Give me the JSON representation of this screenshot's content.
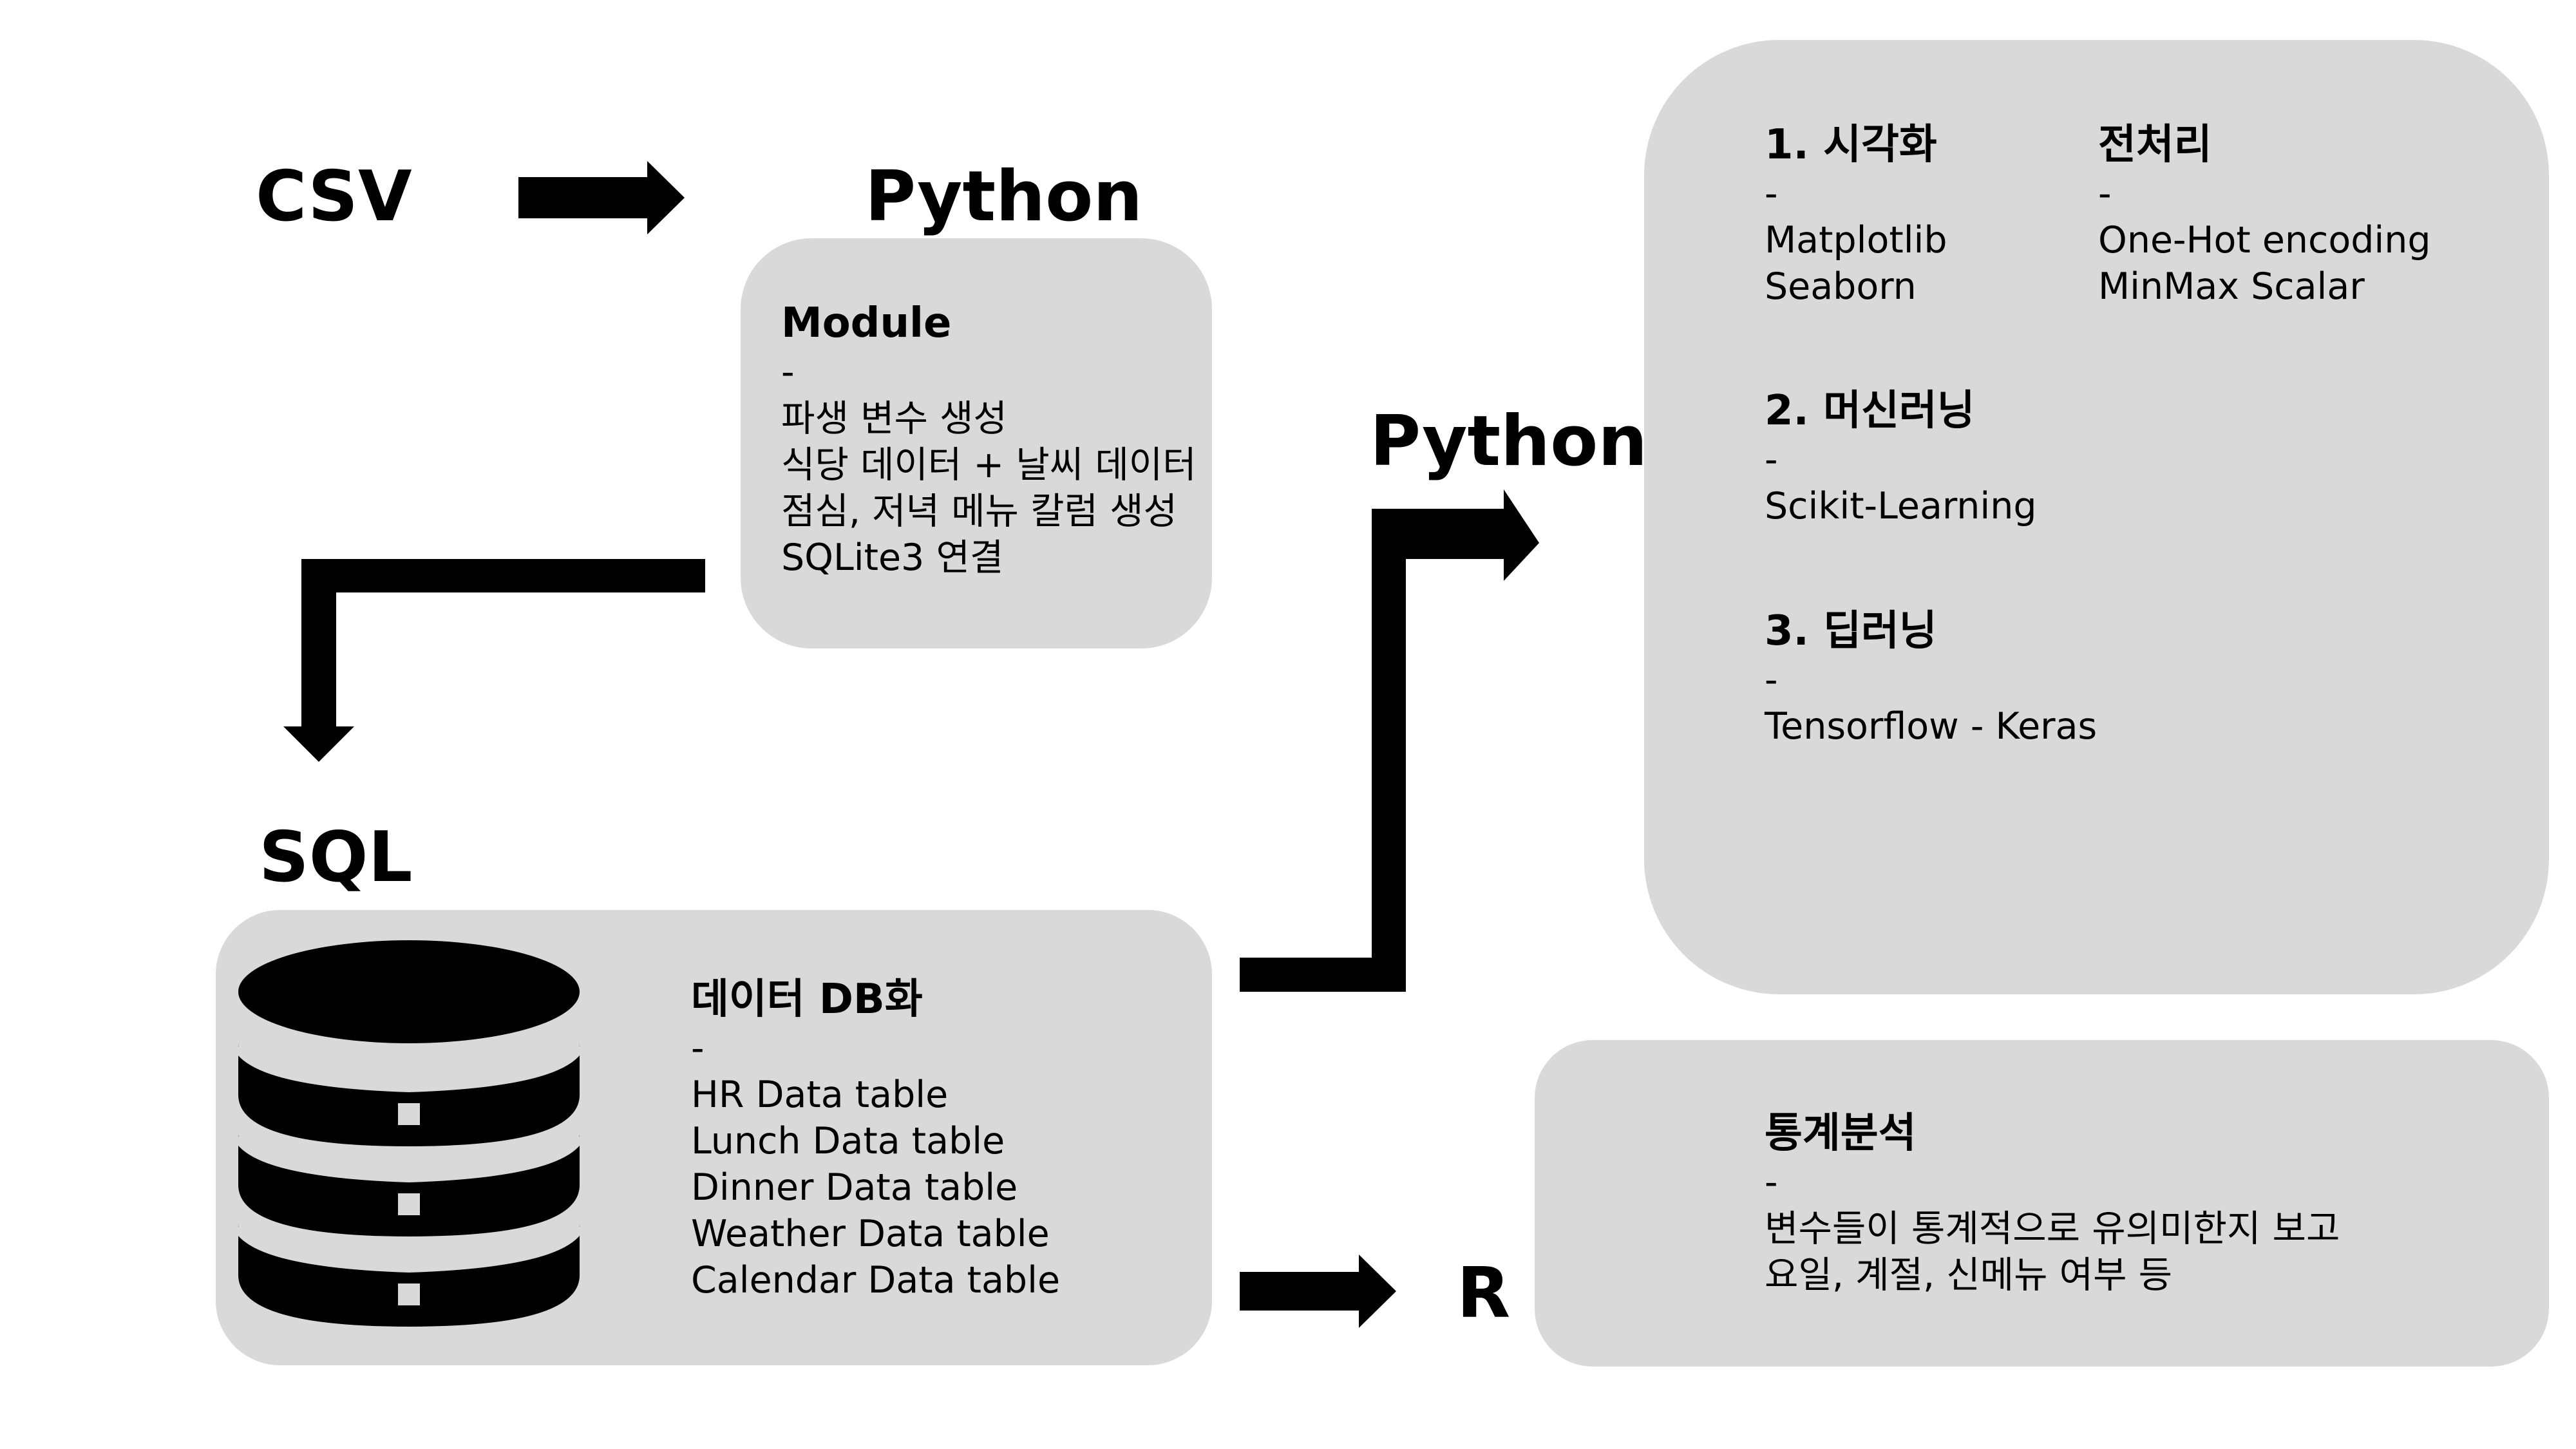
{
  "labels": {
    "csv": "CSV",
    "python_top": "Python",
    "sql": "SQL",
    "python_right": "Python",
    "r": "R"
  },
  "module_box": {
    "title": "Module",
    "dash": "-",
    "items": [
      "파생 변수 생성",
      "식당 데이터 + 날씨 데이터",
      "점심, 저녁 메뉴 칼럼 생성",
      "SQLite3 연결"
    ]
  },
  "db_box": {
    "title": "데이터 DB화",
    "dash": "-",
    "items": [
      "HR Data table",
      "Lunch Data table",
      "Dinner Data table",
      "Weather Data table",
      "Calendar Data table"
    ],
    "icon": "database-icon"
  },
  "python_box": {
    "visualization": {
      "title": "1. 시각화",
      "dash": "-",
      "items": [
        "Matplotlib",
        "Seaborn"
      ]
    },
    "preprocessing": {
      "title": "전처리",
      "dash": "-",
      "items": [
        "One-Hot encoding",
        "MinMax Scalar"
      ]
    },
    "machine_learning": {
      "title": "2. 머신러닝",
      "dash": "-",
      "items": [
        "Scikit-Learning"
      ]
    },
    "deep_learning": {
      "title": "3. 딥러닝",
      "dash": "-",
      "items": [
        "Tensorflow - Keras"
      ]
    }
  },
  "r_box": {
    "title": "통계분석",
    "dash": "-",
    "items": [
      "변수들이 통계적으로 유의미한지 보고",
      "요일, 계절, 신메뉴 여부 등"
    ]
  },
  "colors": {
    "box": "#d9d9d9",
    "ink": "#000000"
  }
}
